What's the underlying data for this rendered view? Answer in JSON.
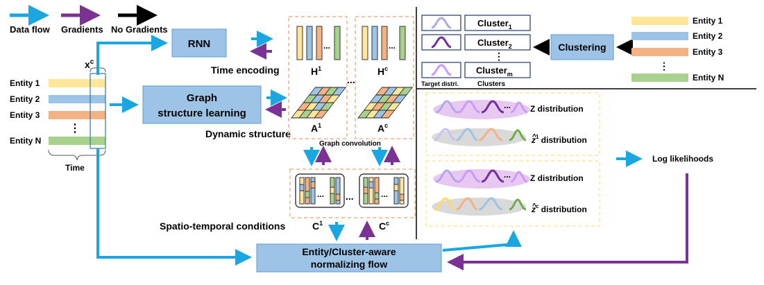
{
  "legend": {
    "data_flow": "Data flow",
    "gradients": "Gradients",
    "no_gradients": "No Gradients"
  },
  "input": {
    "xc_label": "x",
    "xc_sup": "c",
    "entities": [
      "Entity 1",
      "Entity 2",
      "Entity 3",
      "Entity N"
    ],
    "time_label": "Time"
  },
  "modules": {
    "rnn": "RNN",
    "gsl_line1": "Graph",
    "gsl_line2": "structure learning",
    "nf_line1": "Entity/Cluster-aware",
    "nf_line2": "normalizing flow",
    "clustering": "Clustering"
  },
  "labels": {
    "time_encoding": "Time encoding",
    "dynamic_structure": "Dynamic structure",
    "graph_convolution": "Graph convolution",
    "spatio_temporal": "Spatio-temporal conditions",
    "target_distri": "Target distri.",
    "clusters": "Clusters",
    "log_likelihoods": "Log likelihoods",
    "z_distribution": "Z distribution",
    "z1_distribution": " distribution",
    "zc_distribution": " distribution",
    "z_hat": "z",
    "z1_sup": "1",
    "zc_sup": "c",
    "ellipsis": "...",
    "vdots": "⋮"
  },
  "matrices": {
    "H": "H",
    "H1_sup": "1",
    "Hc_sup": "c",
    "A": "A",
    "A1_sup": "1",
    "Ac_sup": "c",
    "C": "C",
    "C1_sup": "1",
    "Cc_sup": "c"
  },
  "cluster_list": {
    "name": "Cluster",
    "subs": [
      "1",
      "2",
      "m"
    ]
  },
  "right_entities": [
    "Entity 1",
    "Entity 2",
    "Entity 3",
    "Entity N"
  ],
  "colors": {
    "data_flow": "#1aa6e0",
    "gradients": "#7b3294",
    "box_fill": "#9dc3e6",
    "box_stroke": "#5b9bd5",
    "entity1": "#ffe699",
    "entity2": "#9dc3e6",
    "entity3": "#f4b183",
    "entityN": "#a9d18e",
    "dashed_orange": "#f4b183",
    "dashed_yellow": "#ffe699"
  }
}
